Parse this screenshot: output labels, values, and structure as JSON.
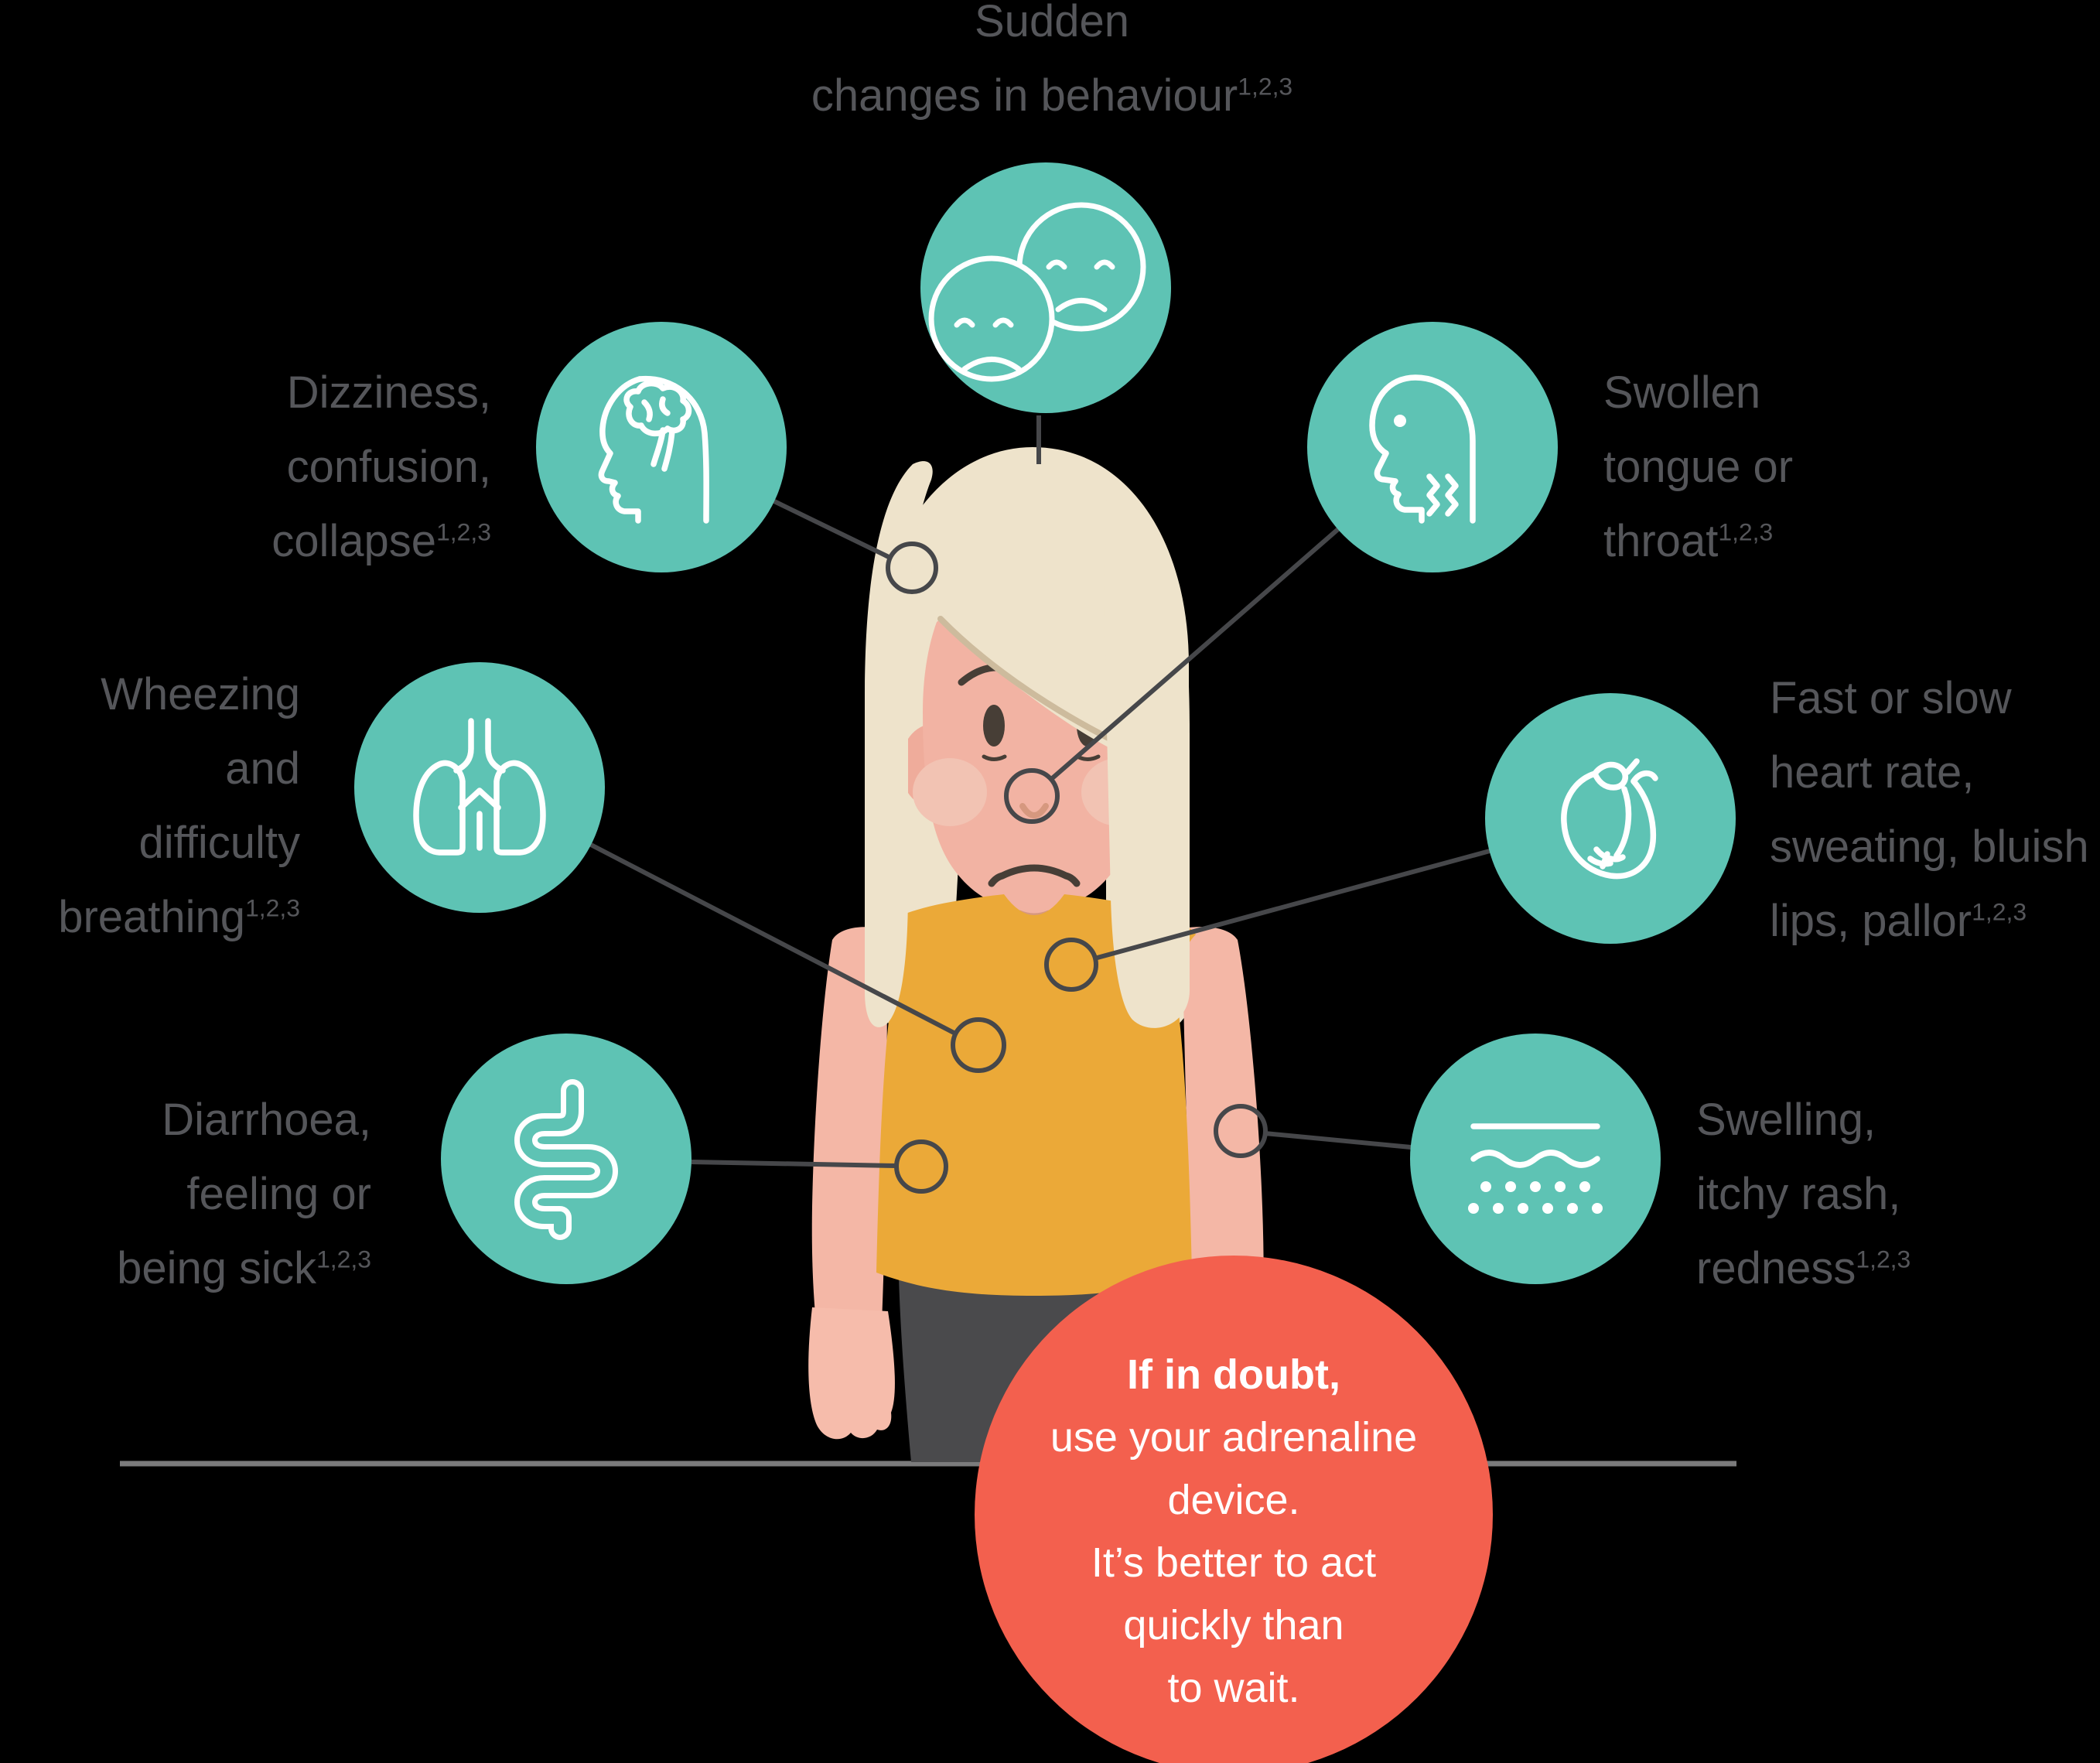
{
  "palette": {
    "background": "#000000",
    "teal": "#5ec3b4",
    "red": "#f3604e",
    "label": "#55565a",
    "line": "#46474a",
    "ground": "#7b7b7c",
    "white": "#ffffff",
    "shirt": "#eba938",
    "skin": "#f2b3a3",
    "arm": "#f4b7a6",
    "hand": "#f6bcab",
    "hair": "#eee3cb",
    "hairEdge": "#cdbb9d",
    "ear": "#efac9b",
    "skirt": "#4a4a4c",
    "blush": "#f2c3b3",
    "features": "#473e36",
    "noseline": "#d6987f"
  },
  "symptoms": [
    {
      "id": "behaviour",
      "icon": "two-sad-faces-icon",
      "lines": [
        "Sudden",
        "changes in behaviour"
      ],
      "sup": "1,2,3"
    },
    {
      "id": "dizziness",
      "icon": "head-brain-icon",
      "lines": [
        "Dizziness,",
        "confusion,",
        "collapse"
      ],
      "sup": "1,2,3"
    },
    {
      "id": "swollen-throat",
      "icon": "head-throat-icon",
      "lines": [
        "Swollen",
        "tongue or",
        "throat"
      ],
      "sup": "1,2,3"
    },
    {
      "id": "wheezing",
      "icon": "lungs-icon",
      "lines": [
        "Wheezing",
        "and",
        "difficulty",
        "breathing"
      ],
      "sup": "1,2,3"
    },
    {
      "id": "heart-rate",
      "icon": "heart-icon",
      "lines": [
        "Fast or slow",
        "heart rate,",
        "sweating, bluish",
        "lips, pallor"
      ],
      "sup": "1,2,3"
    },
    {
      "id": "diarrhoea",
      "icon": "intestine-icon",
      "lines": [
        "Diarrhoea,",
        "feeling or",
        "being sick"
      ],
      "sup": "1,2,3"
    },
    {
      "id": "swelling",
      "icon": "skin-icon",
      "lines": [
        "Swelling,",
        "itchy rash,",
        "redness"
      ],
      "sup": "1,2,3"
    }
  ],
  "advice": {
    "bold_line": "If in doubt,",
    "lines": [
      "use your adrenaline",
      "device.",
      "It’s better to act",
      "quickly than",
      "to wait."
    ]
  }
}
